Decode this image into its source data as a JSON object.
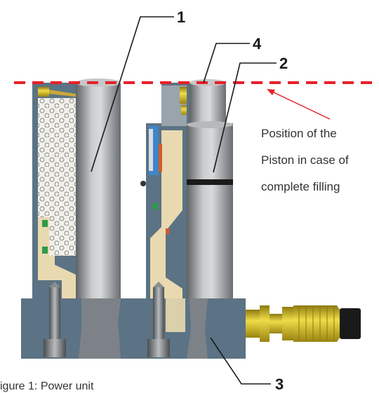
{
  "labels": {
    "one": "1",
    "two": "2",
    "three": "3",
    "four": "4"
  },
  "annotation": {
    "line1": "Position of the",
    "line2": "Piston in case of",
    "line3": "complete filling"
  },
  "caption": "igure 1: Power unit",
  "colors": {
    "fill_line": "#e8202a",
    "arrow": "#e8202a",
    "body_housing": "#5b7384",
    "beige": "#e9d9b0",
    "foam": "#f2f0ea",
    "cylinder": "#8f9295",
    "connector": "#d9c21c"
  }
}
